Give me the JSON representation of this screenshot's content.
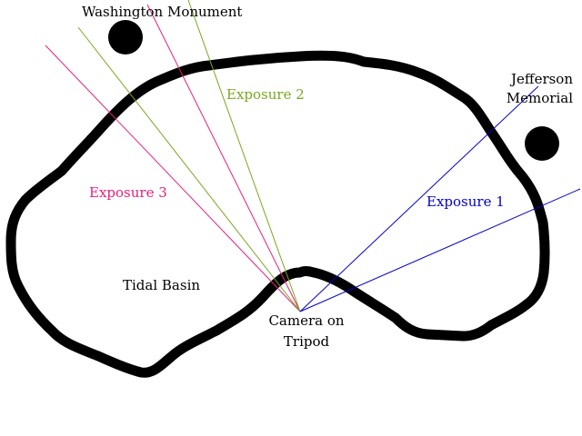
{
  "landmarks": {
    "washington_monument": "Washington Monument",
    "jefferson_memorial_line1": "Jefferson",
    "jefferson_memorial_line2": "Memorial",
    "tidal_basin": "Tidal Basin",
    "camera_line1": "Camera on",
    "camera_line2": "Tripod"
  },
  "exposures": [
    {
      "label": "Exposure 1",
      "color": "#0000cc"
    },
    {
      "label": "Exposure 2",
      "color": "#77a81e"
    },
    {
      "label": "Exposure 3",
      "color": "#e8207a"
    }
  ],
  "colors": {
    "outline": "#000000",
    "text": "#000000",
    "background": "#ffffff"
  }
}
